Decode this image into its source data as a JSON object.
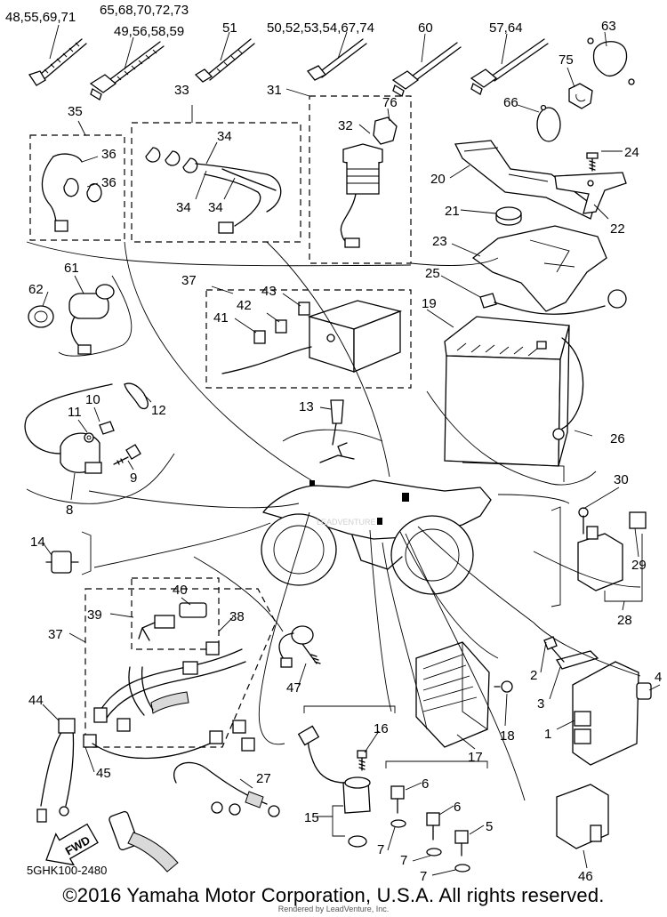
{
  "diagram": {
    "callouts": {
      "c1": "48,55,69,71",
      "c2": "65,68,70,72,73",
      "c3": "49,56,58,59",
      "c4": "51",
      "c5": "50,52,53,54,67,74",
      "c6": "60",
      "c7": "57,64",
      "c8": "63",
      "c9": "75",
      "c10": "66",
      "c11": "24",
      "c12": "20",
      "c13": "21",
      "c14": "22",
      "c15": "23",
      "c16": "25",
      "c17": "19",
      "c18": "26",
      "c19": "31",
      "c20": "76",
      "c21": "32",
      "c22": "33",
      "c23": "34",
      "c24": "34",
      "c25": "34",
      "c26": "35",
      "c27": "36",
      "c28": "36",
      "c29": "37",
      "c30": "43",
      "c31": "42",
      "c32": "41",
      "c33": "61",
      "c34": "62",
      "c35": "10",
      "c36": "11",
      "c37": "12",
      "c38": "9",
      "c39": "8",
      "c40": "13",
      "c41": "30",
      "c42": "29",
      "c43": "28",
      "c44": "14",
      "c45": "40",
      "c46": "39",
      "c47": "38",
      "c48": "37",
      "c49": "47",
      "c50": "2",
      "c51": "3",
      "c52": "1",
      "c53": "4",
      "c54": "18",
      "c55": "17",
      "c56": "16",
      "c57": "15",
      "c58": "6",
      "c59": "6",
      "c60": "5",
      "c61": "7",
      "c62": "7",
      "c63": "7",
      "c64": "44",
      "c65": "45",
      "c66": "27",
      "c67": "46"
    },
    "fwd_label": "FWD",
    "watermark": "LEADVENTURE",
    "ref_code": "5GHK100-2480",
    "copyright": "©2016 Yamaha Motor Corporation, U.S.A. All rights reserved.",
    "rendered_by": "Rendered by LeadVenture, Inc."
  }
}
